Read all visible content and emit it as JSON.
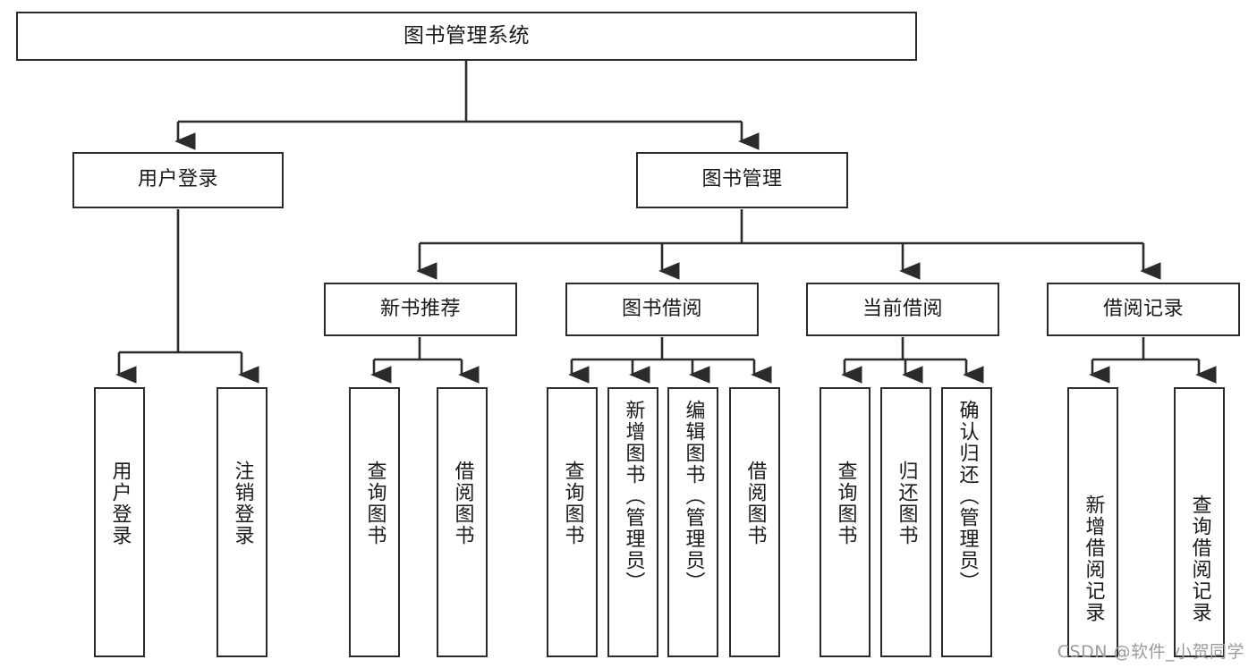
{
  "diagram": {
    "title": "图书管理系统",
    "watermark": "CSDN @软件_小贺同学",
    "line_color": "#2b2b2b",
    "box_fill": "#ffffff",
    "text_color": "#1a1a1a",
    "watermark_color": "#9b9b9b"
  },
  "nodes": {
    "root": {
      "label": "图书管理系统"
    },
    "level2": [
      {
        "label": "用户登录"
      },
      {
        "label": "图书管理"
      }
    ],
    "level3": [
      {
        "label": "新书推荐"
      },
      {
        "label": "图书借阅"
      },
      {
        "label": "当前借阅"
      },
      {
        "label": "借阅记录"
      }
    ],
    "leaves": {
      "user_login": [
        {
          "label": "用户登录"
        },
        {
          "label": "注销登录"
        }
      ],
      "new_book_recommend": [
        {
          "label": "查询图书"
        },
        {
          "label": "借阅图书"
        }
      ],
      "book_borrow": [
        {
          "label": "查询图书"
        },
        {
          "label": "新增图书（管理员）"
        },
        {
          "label": "编辑图书（管理员）"
        },
        {
          "label": "借阅图书"
        }
      ],
      "current_borrow": [
        {
          "label": "查询图书"
        },
        {
          "label": "归还图书"
        },
        {
          "label": "确认归还（管理员）"
        }
      ],
      "borrow_records": [
        {
          "label": "新增借阅记录"
        },
        {
          "label": "查询借阅记录"
        }
      ]
    }
  }
}
